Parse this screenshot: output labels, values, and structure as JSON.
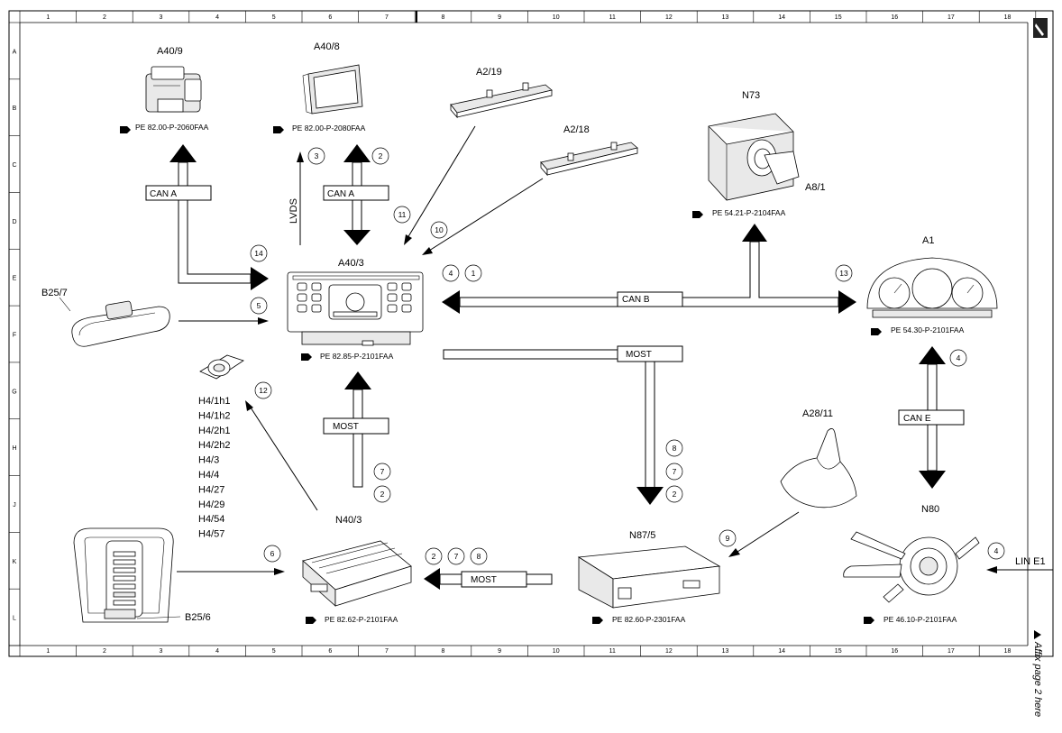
{
  "grid": {
    "cols": [
      "1",
      "2",
      "3",
      "4",
      "5",
      "6",
      "7",
      "8",
      "9",
      "10",
      "11",
      "12",
      "13",
      "14",
      "15",
      "16",
      "17",
      "18"
    ],
    "rows": [
      "A",
      "B",
      "C",
      "D",
      "E",
      "F",
      "G",
      "H",
      "J",
      "K",
      "L"
    ]
  },
  "components": {
    "a40_9": "A40/9",
    "a40_8": "A40/8",
    "a2_19": "A2/19",
    "a2_18": "A2/18",
    "n73": "N73",
    "a8_1": "A8/1",
    "a1": "A1",
    "a40_3": "A40/3",
    "b25_7": "B25/7",
    "a28_11": "A28/11",
    "n80": "N80",
    "n40_3": "N40/3",
    "n87_5": "N87/5",
    "b25_6": "B25/6",
    "h4_list": [
      "H4/1h1",
      "H4/1h2",
      "H4/2h1",
      "H4/2h2",
      "H4/3",
      "H4/4",
      "H4/27",
      "H4/29",
      "H4/54",
      "H4/57"
    ]
  },
  "refs": {
    "a40_9": "PE 82.00-P-2060FAA",
    "a40_8": "PE 82.00-P-2080FAA",
    "n73": "PE 54.21-P-2104FAA",
    "a40_3": "PE 82.85-P-2101FAA",
    "a1": "PE 54.30-P-2101FAA",
    "n40_3": "PE 82.62-P-2101FAA",
    "n87_5": "PE 82.60-P-2301FAA",
    "n80": "PE 46.10-P-2101FAA"
  },
  "buses": {
    "can_a_1": "CAN A",
    "can_a_2": "CAN A",
    "lvds": "LVDS",
    "can_b": "CAN B",
    "most_1": "MOST",
    "most_2": "MOST",
    "most_3": "MOST",
    "can_e": "CAN E",
    "lin_e1": "LIN E1"
  },
  "circles": {
    "c3": "3",
    "c2a": "2",
    "c11": "11",
    "c10": "10",
    "c14": "14",
    "c5": "5",
    "c4a": "4",
    "c1": "1",
    "c13": "13",
    "c4b": "4",
    "c12": "12",
    "c7a": "7",
    "c2b": "2",
    "c8a": "8",
    "c7b": "7",
    "c2c": "2",
    "c6": "6",
    "c2d": "2",
    "c7c": "7",
    "c8b": "8",
    "c9": "9",
    "c4c": "4"
  },
  "footer_note": "Affix page 2 here"
}
